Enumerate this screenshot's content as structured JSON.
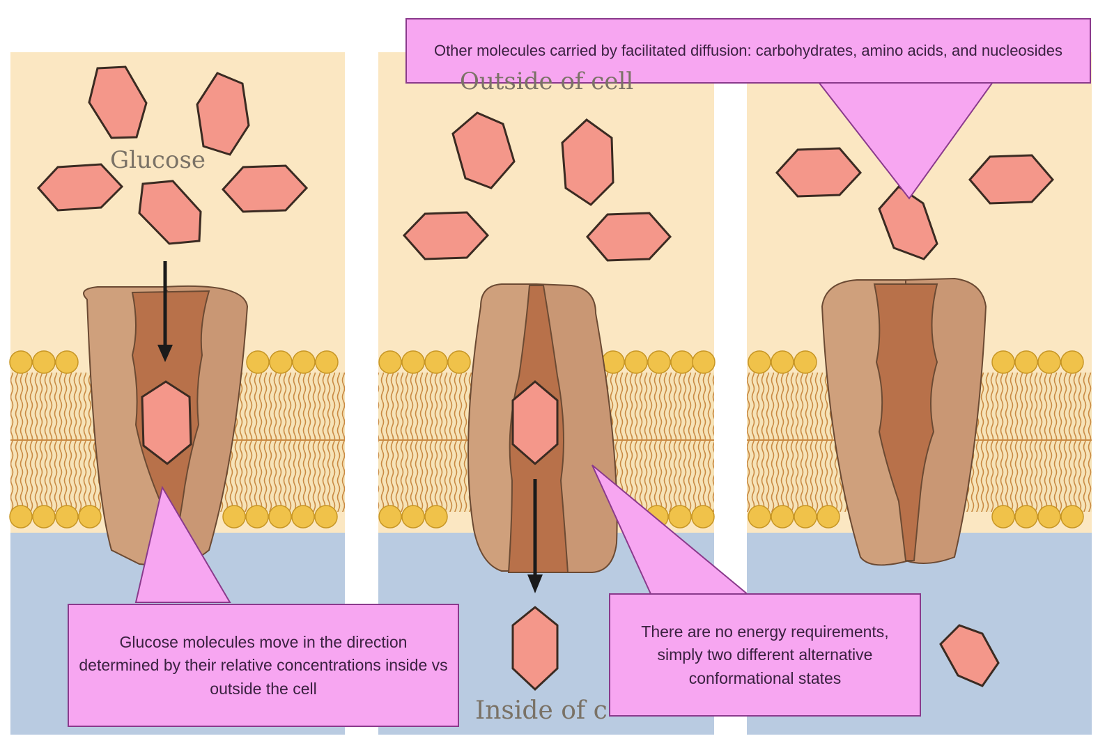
{
  "labels": {
    "glucose": "Glucose",
    "outside_of_cell_partial": "Outside of cell",
    "inside_of_cell": "Inside of cell"
  },
  "callouts": {
    "other_molecules": "Other molecules carried by facilitated diffusion: carbohydrates, amino acids, and nucleosides",
    "direction": "Glucose molecules move in the direction determined by their relative concentrations inside vs outside the cell",
    "energy": "There are no energy requirements, simply two different alternative conformational states"
  },
  "colors": {
    "extracellular": "#fbe7c2",
    "cytoplasm": "#b9cbe1",
    "lipid_head": "#f0c24a",
    "lipid_tail": "#c98a43",
    "protein_outer": "#cfa07c",
    "protein_channel": "#b8714a",
    "glucose_fill": "#f4978a",
    "callout_fill": "#f7a6f1",
    "callout_stroke": "#8a3a8c"
  }
}
